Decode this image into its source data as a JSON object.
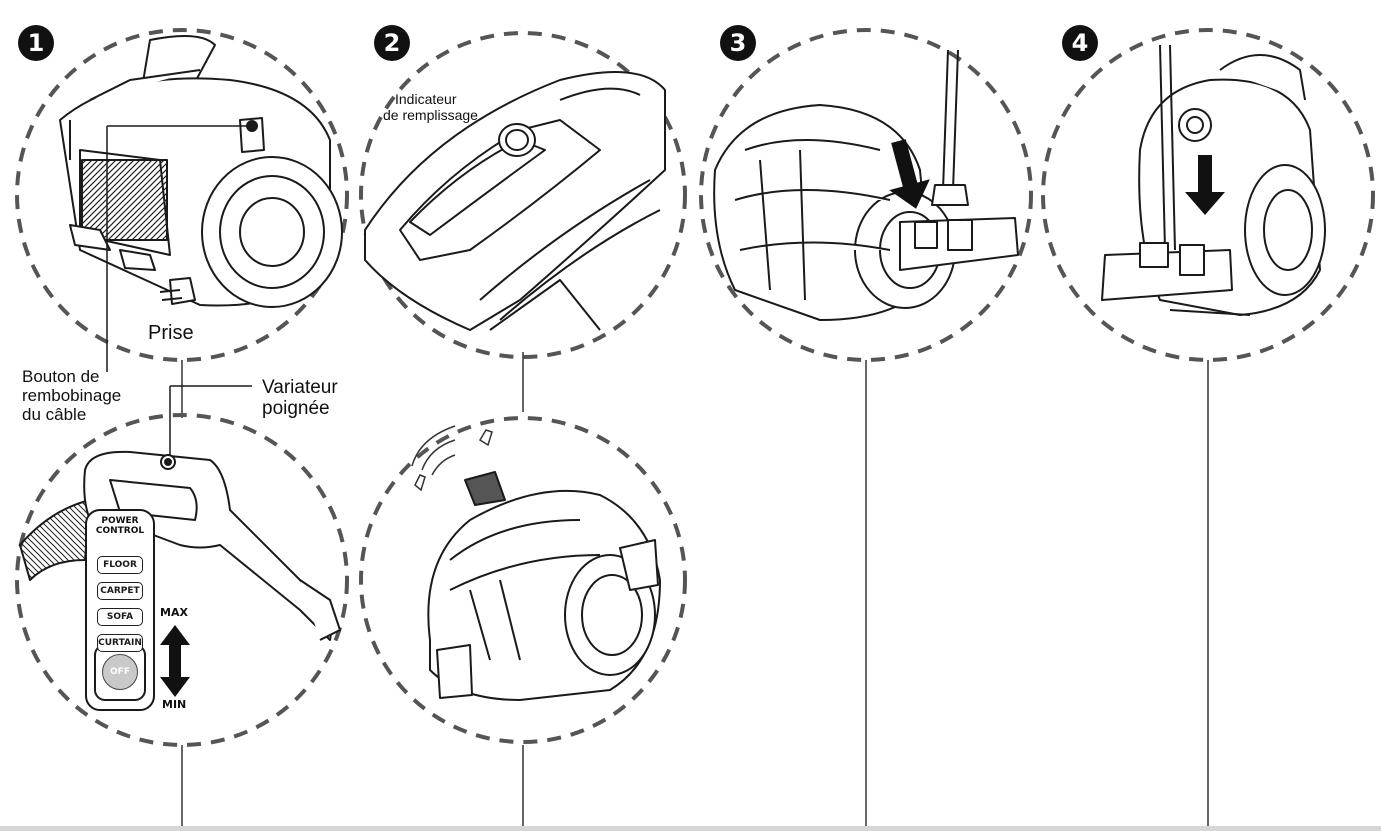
{
  "steps": [
    {
      "number": "1"
    },
    {
      "number": "2"
    },
    {
      "number": "3"
    },
    {
      "number": "4"
    }
  ],
  "labels": {
    "prise": "Prise",
    "rewind_button": [
      "Bouton de",
      "rembobinage",
      "du câble"
    ],
    "handle_control": [
      "Variateur",
      "poignée"
    ],
    "fill_indicator": [
      "Indicateur",
      "de remplissage"
    ]
  },
  "power_panel": {
    "title": [
      "POWER",
      "CONTROL"
    ],
    "modes": [
      "FLOOR",
      "CARPET",
      "SOFA",
      "CURTAIN"
    ],
    "off_label": "OFF",
    "max_label": "MAX",
    "min_label": "MIN"
  },
  "colors": {
    "line": "#1a1a1a",
    "dash": "#555555",
    "badge": "#111111"
  }
}
